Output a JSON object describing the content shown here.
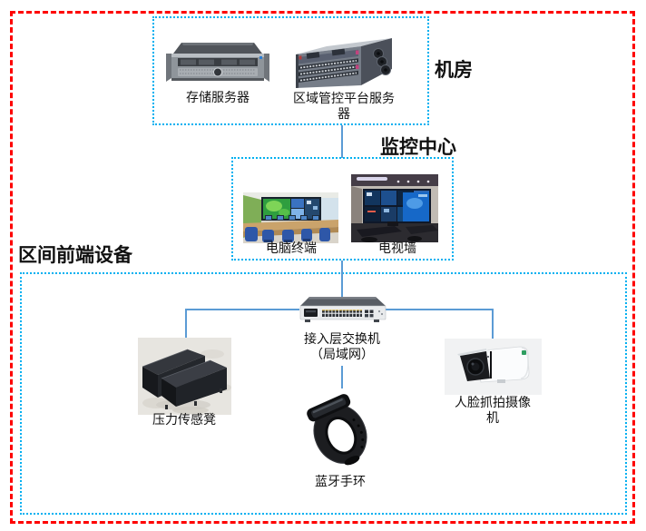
{
  "zones": {
    "server_room": {
      "label": "机房"
    },
    "monitoring_center": {
      "label": "监控中心"
    },
    "frontend": {
      "label": "区间前端设备"
    }
  },
  "devices": {
    "storage_server": {
      "label": "存储服务器"
    },
    "platform_server": {
      "label": "区域管控平台服务\n器"
    },
    "computer_terminal": {
      "label": "电脑终端"
    },
    "tv_wall": {
      "label": "电视墙"
    },
    "access_switch": {
      "label": "接入层交换机\n（局域网）"
    },
    "pressure_stool": {
      "label": "压力传感凳"
    },
    "bluetooth_band": {
      "label": "蓝牙手环"
    },
    "face_camera": {
      "label": "人脸抓拍摄像\n机"
    }
  },
  "connections": [
    {
      "from": "server_room_zone",
      "to": "monitoring_center_zone"
    },
    {
      "from": "monitoring_center_zone",
      "to": "access_switch"
    },
    {
      "from": "access_switch",
      "to": "pressure_stool"
    },
    {
      "from": "access_switch",
      "to": "bluetooth_band"
    },
    {
      "from": "access_switch",
      "to": "face_camera"
    }
  ],
  "colors": {
    "outer_border": "#fe0000",
    "zone_border": "#00b0f0",
    "connector": "#5b9bd5",
    "text": "#111111"
  }
}
